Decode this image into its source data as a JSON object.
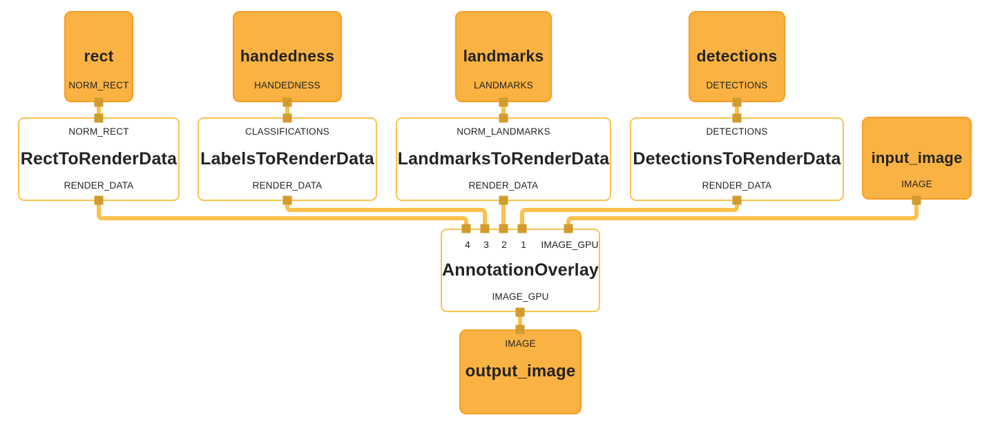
{
  "diagram": {
    "colors": {
      "node_fill": "#FAB242",
      "node_border": "#F69D23",
      "calc_fill": "#FFFFFF",
      "edge": "#FBC14D",
      "connector": "#D29B2D",
      "text": "#232323",
      "bg": "#FFFFFF"
    },
    "nodes": {
      "rect": {
        "title": "rect",
        "output_label": "NORM_RECT"
      },
      "handedness": {
        "title": "handedness",
        "output_label": "HANDEDNESS"
      },
      "landmarks": {
        "title": "landmarks",
        "output_label": "LANDMARKS"
      },
      "detections": {
        "title": "detections",
        "output_label": "DETECTIONS"
      },
      "rect_to_render_data": {
        "input_label": "NORM_RECT",
        "title": "RectToRenderData",
        "output_label": "RENDER_DATA"
      },
      "labels_to_render_data": {
        "input_label": "CLASSIFICATIONS",
        "title": "LabelsToRenderData",
        "output_label": "RENDER_DATA"
      },
      "landmarks_to_render_data": {
        "input_label": "NORM_LANDMARKS",
        "title": "LandmarksToRenderData",
        "output_label": "RENDER_DATA"
      },
      "detections_to_render_data": {
        "input_label": "DETECTIONS",
        "title": "DetectionsToRenderData",
        "output_label": "RENDER_DATA"
      },
      "input_image": {
        "title": "input_image",
        "output_label": "IMAGE"
      },
      "annotation_overlay": {
        "input_labels": [
          "4",
          "3",
          "2",
          "1",
          "IMAGE_GPU"
        ],
        "title": "AnnotationOverlay",
        "output_label": "IMAGE_GPU"
      },
      "output_image": {
        "input_label": "IMAGE",
        "title": "output_image"
      }
    },
    "edges": [
      {
        "from": "rect",
        "to": "rect_to_render_data"
      },
      {
        "from": "handedness",
        "to": "labels_to_render_data"
      },
      {
        "from": "landmarks",
        "to": "landmarks_to_render_data"
      },
      {
        "from": "detections",
        "to": "detections_to_render_data"
      },
      {
        "from": "rect_to_render_data",
        "to": "annotation_overlay",
        "to_port": "4"
      },
      {
        "from": "labels_to_render_data",
        "to": "annotation_overlay",
        "to_port": "3"
      },
      {
        "from": "landmarks_to_render_data",
        "to": "annotation_overlay",
        "to_port": "2"
      },
      {
        "from": "detections_to_render_data",
        "to": "annotation_overlay",
        "to_port": "1"
      },
      {
        "from": "input_image",
        "to": "annotation_overlay",
        "to_port": "IMAGE_GPU"
      },
      {
        "from": "annotation_overlay",
        "to": "output_image"
      }
    ]
  }
}
